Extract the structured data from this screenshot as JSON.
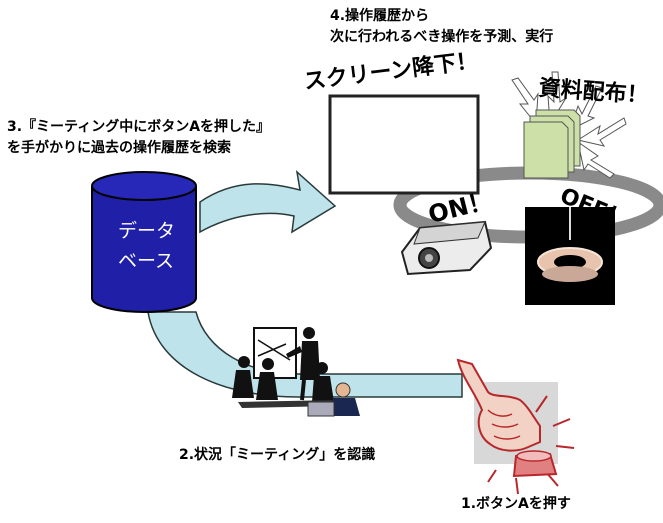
{
  "labels": {
    "step4_line1": "4.操作履歴から",
    "step4_line2": "次に行われるべき操作を予測、実行",
    "step3_line1": "3.『ミーティング中にボタンAを押した』",
    "step3_line2": "を手がかりに過去の操作履歴を検索",
    "step2": "2.状況「ミーティング」を認識",
    "step1": "1.ボタンAを押す",
    "database_line1": "データ",
    "database_line2": "ベース",
    "screen_down": "スクリーン降下！",
    "distribute": "資料配布！",
    "on": "ON！",
    "off": "OFF！"
  },
  "colors": {
    "database_fill": "#1f1fa8",
    "database_text": "#ffffff",
    "arrow_fill": "#bfe3ea",
    "arrow_stroke": "#2a3a3a",
    "ring": "#8a8a8a",
    "docs_fill": "#cce0a8",
    "button_red": "#b8272a",
    "lamp_bg": "#000000"
  }
}
